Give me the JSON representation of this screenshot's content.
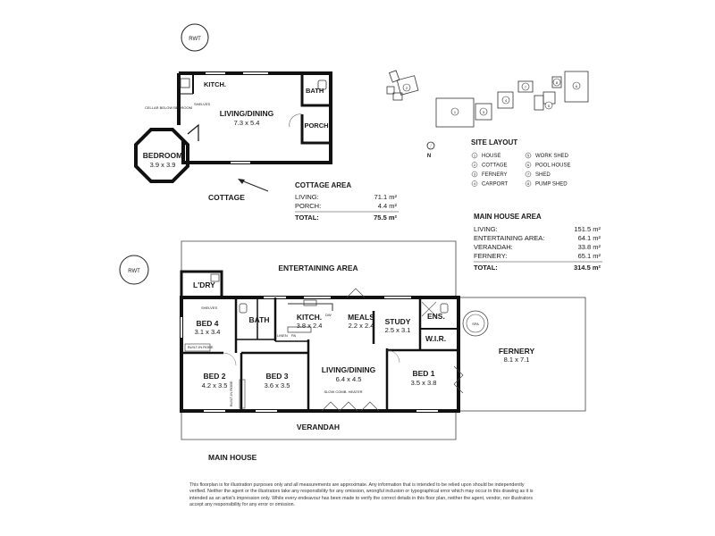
{
  "cottage": {
    "rwt": "RWT",
    "kitch": "KITCH.",
    "bath": "BATH",
    "shelves": "SHELVES",
    "cellar": "CELLAR BELOW BEDROOM",
    "living": "LIVING/DINING",
    "living_dim": "7.3 x 5.4",
    "porch": "PORCH",
    "bedroom": "BEDROOM",
    "bedroom_dim": "3.9 x 3.9",
    "label": "COTTAGE"
  },
  "cottage_area": {
    "heading": "COTTAGE AREA",
    "rows": [
      {
        "label": "LIVING:",
        "value": "71.1 m²"
      },
      {
        "label": "PORCH:",
        "value": "4.4 m²"
      }
    ],
    "total_label": "TOTAL:",
    "total_value": "75.5 m²"
  },
  "site": {
    "heading": "SITE LAYOUT",
    "north": "N",
    "items": [
      {
        "num": "1",
        "label": "HOUSE"
      },
      {
        "num": "2",
        "label": "COTTAGE"
      },
      {
        "num": "3",
        "label": "FERNERY"
      },
      {
        "num": "4",
        "label": "CARPORT"
      },
      {
        "num": "5",
        "label": "WORK SHED"
      },
      {
        "num": "6",
        "label": "POOL HOUSE"
      },
      {
        "num": "7",
        "label": "SHED"
      },
      {
        "num": "8",
        "label": "PUMP SHED"
      }
    ]
  },
  "main_area": {
    "heading": "MAIN HOUSE AREA",
    "rows": [
      {
        "label": "LIVING:",
        "value": "151.5 m²"
      },
      {
        "label": "ENTERTAINING AREA:",
        "value": "64.1 m²"
      },
      {
        "label": "VERANDAH:",
        "value": "33.8 m²"
      },
      {
        "label": "FERNERY:",
        "value": "65.1 m²"
      }
    ],
    "total_label": "TOTAL:",
    "total_value": "314.5 m²"
  },
  "house": {
    "rwt": "RWT",
    "entertaining": "ENTERTAINING AREA",
    "ldry": "L'DRY",
    "shelves": "SHELVES",
    "bed4": "BED 4",
    "bed4_dim": "3.1 x 3.4",
    "bath": "BATH",
    "kitch": "KITCH.",
    "kitch_dim": "3.8 x 2.4",
    "dw": "DW",
    "pa": "PA",
    "linen": "LINEN",
    "meals": "MEALS",
    "meals_dim": "2.2 x 2.4",
    "study": "STUDY",
    "study_dim": "2.5 x 3.1",
    "ens": "ENS.",
    "wir": "W.I.R.",
    "spa": "SPA",
    "fernery": "FERNERY",
    "fernery_dim": "8.1 x 7.1",
    "robe": "BUILT-IN ROBE",
    "robe2": "BUILT-IN ROBE",
    "bed2": "BED 2",
    "bed2_dim": "4.2 x 3.5",
    "bed3": "BED 3",
    "bed3_dim": "3.6 x 3.5",
    "living": "LIVING/DINING",
    "living_dim": "6.4 x 4.5",
    "heater": "SLOW COMB. HEATER",
    "bed1": "BED 1",
    "bed1_dim": "3.5 x 3.8",
    "verandah": "VERANDAH",
    "label": "MAIN HOUSE"
  },
  "disclaimer": "This floorplan is for illustration purposes only and all measurements are approximate. Any information that is intended to be relied upon should be independently verified. Neither the agent or the illustrators take any responsibility for any omission, wrongful inclusion or typographical error which may occur in this drawing as it is intended as an artist's impression only. While every endeavour has been made to verify the correct details in this floor plan, neither the agent, vendor, nor illustrators accept any responsibility for any error or omission."
}
